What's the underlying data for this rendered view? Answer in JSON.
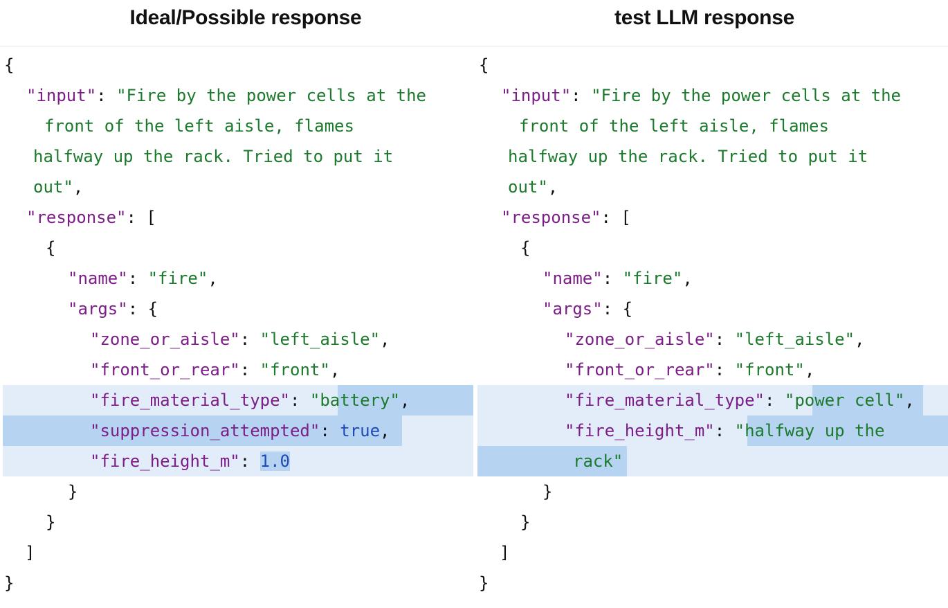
{
  "headers": {
    "ideal": "Ideal/Possible response",
    "test": "test LLM response"
  },
  "ideal": {
    "open_brace": "{",
    "input_key": "\"input\"",
    "input_lines": [
      "\"Fire by the power cells at the",
      "front of the left aisle, flames",
      "halfway up the rack. Tried to put it",
      "out\""
    ],
    "response_key": "\"response\"",
    "open_bracket": "[",
    "item_open": "{",
    "name_key": "\"name\"",
    "name_value": "\"fire\"",
    "args_key": "\"args\"",
    "args_open": "{",
    "args": [
      {
        "key": "\"zone_or_aisle\"",
        "value": "\"left_aisle\""
      },
      {
        "key": "\"front_or_rear\"",
        "value": "\"front\""
      },
      {
        "key": "\"fire_material_type\"",
        "value": "\"battery\""
      },
      {
        "key": "\"suppression_attempted\"",
        "value": "true"
      },
      {
        "key": "\"fire_height_m\"",
        "value": "1.0"
      }
    ],
    "args_close": "}",
    "item_close": "}",
    "close_bracket": "]",
    "close_brace": "}"
  },
  "test": {
    "open_brace": "{",
    "input_key": "\"input\"",
    "input_lines": [
      "\"Fire by the power cells at the",
      "front of the left aisle, flames",
      "halfway up the rack. Tried to put it",
      "out\""
    ],
    "response_key": "\"response\"",
    "open_bracket": "[",
    "item_open": "{",
    "name_key": "\"name\"",
    "name_value": "\"fire\"",
    "args_key": "\"args\"",
    "args_open": "{",
    "args": [
      {
        "key": "\"zone_or_aisle\"",
        "value": "\"left_aisle\""
      },
      {
        "key": "\"front_or_rear\"",
        "value": "\"front\""
      },
      {
        "key": "\"fire_material_type\"",
        "value": "\"power cell\""
      },
      {
        "key": "\"fire_height_m\"",
        "value": "\"halfway up the",
        "value_cont": "rack\""
      }
    ],
    "args_close": "}",
    "item_close": "}",
    "close_bracket": "]",
    "close_brace": "}"
  },
  "colors": {
    "key": "#7c1e87",
    "string": "#1c7a2c",
    "literal": "#1f49b5",
    "punct": "#111111",
    "diff_line_bg": "#e2edf9",
    "diff_token_bg": "#b6d4f1"
  }
}
